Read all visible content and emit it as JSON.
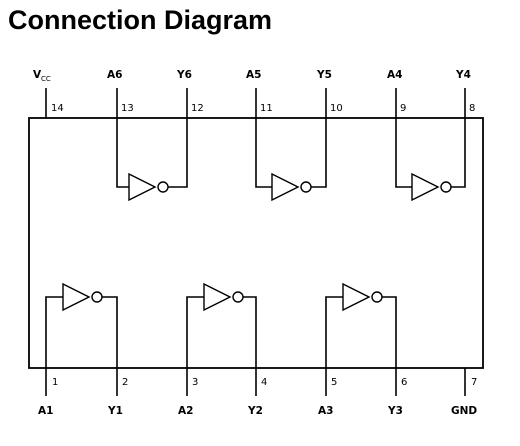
{
  "title": "Connection Diagram",
  "pins": {
    "p14": {
      "name": "V",
      "sub": "CC",
      "number": "14"
    },
    "p13": {
      "name": "A6",
      "number": "13"
    },
    "p12": {
      "name": "Y6",
      "number": "12"
    },
    "p11": {
      "name": "A5",
      "number": "11"
    },
    "p10": {
      "name": "Y5",
      "number": "10"
    },
    "p9": {
      "name": "A4",
      "number": "9"
    },
    "p8": {
      "name": "Y4",
      "number": "8"
    },
    "p1": {
      "name": "A1",
      "number": "1"
    },
    "p2": {
      "name": "Y1",
      "number": "2"
    },
    "p3": {
      "name": "A2",
      "number": "3"
    },
    "p4": {
      "name": "Y2",
      "number": "4"
    },
    "p5": {
      "name": "A3",
      "number": "5"
    },
    "p6": {
      "name": "Y3",
      "number": "6"
    },
    "p7": {
      "name": "GND",
      "number": "7"
    }
  }
}
